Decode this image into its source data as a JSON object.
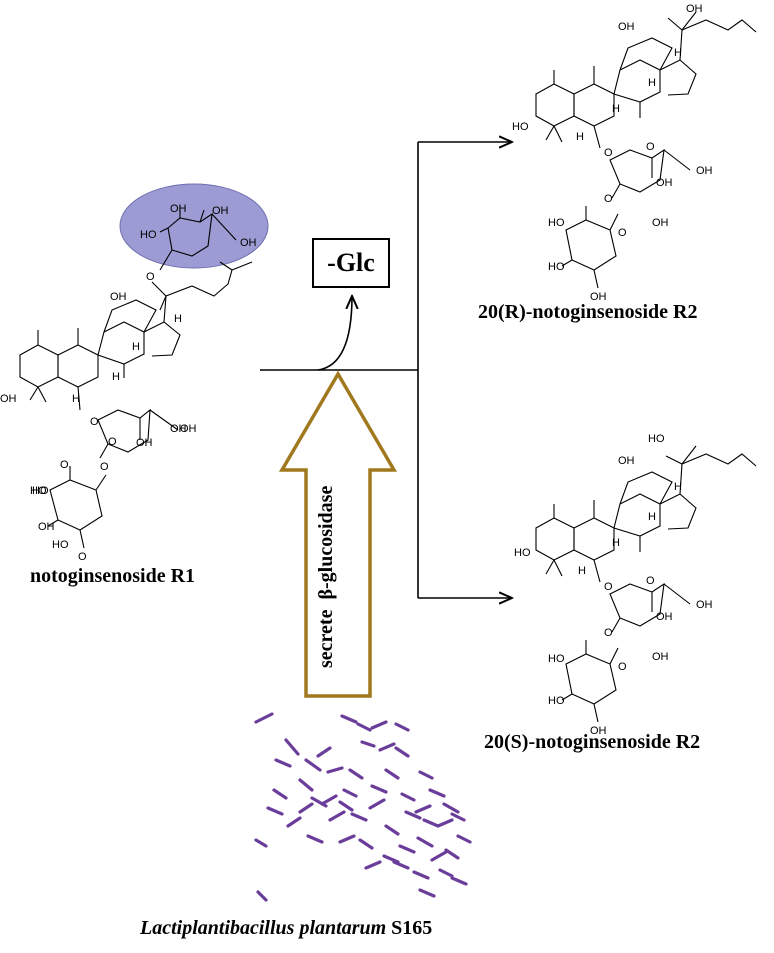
{
  "compounds": {
    "r1": {
      "name": "notoginsenoside R1",
      "atom_labels": [
        "OH",
        "HO",
        "OH",
        "OH",
        "O",
        "OH",
        "OH",
        "O",
        "HO",
        "H",
        "H",
        "H",
        "H",
        "O",
        "O",
        "OH",
        "O",
        "OH",
        "OH",
        "HO",
        "HO",
        "O",
        "OH"
      ]
    },
    "r2_r": {
      "name": "20(R)-notoginsenoside R2",
      "atom_labels": [
        "OH",
        "OH",
        "H",
        "H",
        "HO",
        "H",
        "H",
        "O",
        "O",
        "OH",
        "O",
        "OH",
        "OH",
        "HO",
        "HO",
        "O",
        "OH"
      ]
    },
    "r2_s": {
      "name": "20(S)-notoginsenoside R2",
      "atom_labels": [
        "HO",
        "OH",
        "H",
        "H",
        "HO",
        "H",
        "H",
        "O",
        "O",
        "OH",
        "O",
        "OH",
        "OH",
        "HO",
        "HO",
        "O",
        "OH"
      ]
    }
  },
  "removed_group": "-Glc",
  "enzyme": {
    "word1": "secrete",
    "word2": "β-glucosidase"
  },
  "organism": {
    "genus_species": "Lactiplantibacillus plantarum",
    "strain": "S165"
  },
  "colors": {
    "highlight_ellipse": "#9c9bd3",
    "arrow_outline": "#a0781d",
    "bacteria": "#6a3d9a",
    "line": "#000000"
  }
}
